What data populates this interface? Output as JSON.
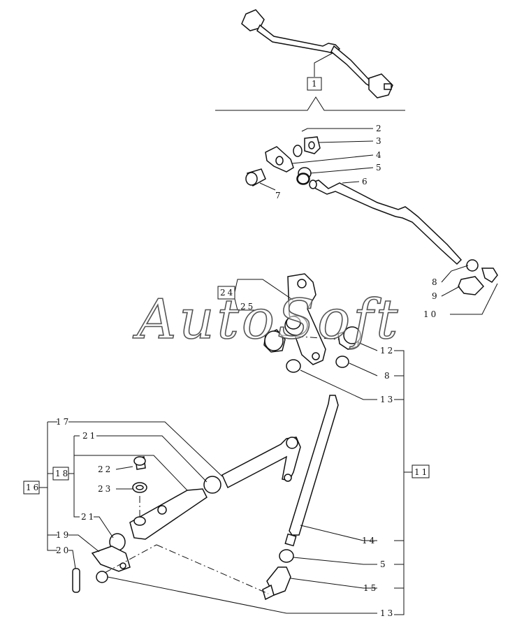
{
  "watermark": "AutoSoft",
  "callouts": {
    "c1": "1",
    "c2": "2",
    "c3": "3",
    "c4": "4",
    "c5a": "5",
    "c6": "6",
    "c7": "7",
    "c8a": "8",
    "c9": "9",
    "c10": "10",
    "c11": "11",
    "c12": "12",
    "c8b": "8",
    "c13a": "13",
    "c14": "14",
    "c5b": "5",
    "c15": "15",
    "c13b": "13",
    "c16": "16",
    "c17": "17",
    "c18": "18",
    "c19": "19",
    "c20": "20",
    "c21a": "21",
    "c21b": "21",
    "c22": "22",
    "c23": "23",
    "c24": "24",
    "c25": "25"
  }
}
